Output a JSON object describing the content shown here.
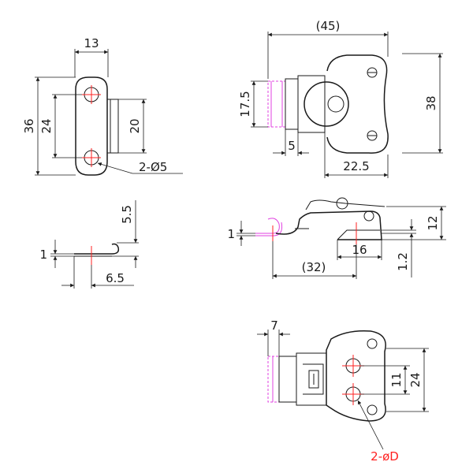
{
  "front_view": {
    "dims": {
      "width": "13",
      "height_outer": "36",
      "hole_spacing": "24",
      "slot_length": "20",
      "hole_callout": "2-Ø5"
    }
  },
  "top_view": {
    "dims": {
      "overall_length": "(45)",
      "height": "38",
      "bracket_height": "17.5",
      "offset": "5",
      "plate_width": "22.5"
    }
  },
  "side_view_left": {
    "dims": {
      "height": "5.5",
      "thickness": "1",
      "length": "6.5"
    }
  },
  "side_view_right": {
    "dims": {
      "thickness": "1",
      "height": "12",
      "inner_width": "16",
      "reach": "(32)",
      "plate_thickness": "1.2"
    }
  },
  "bottom_view": {
    "dims": {
      "depth": "7",
      "hole_spacing": "11",
      "width": "24",
      "hole_callout": "2-øD"
    }
  },
  "colors": {
    "line": "#1a1a1a",
    "centerline": "#ff2020",
    "hidden": "#e040e0",
    "callout_red": "#ff2020"
  }
}
